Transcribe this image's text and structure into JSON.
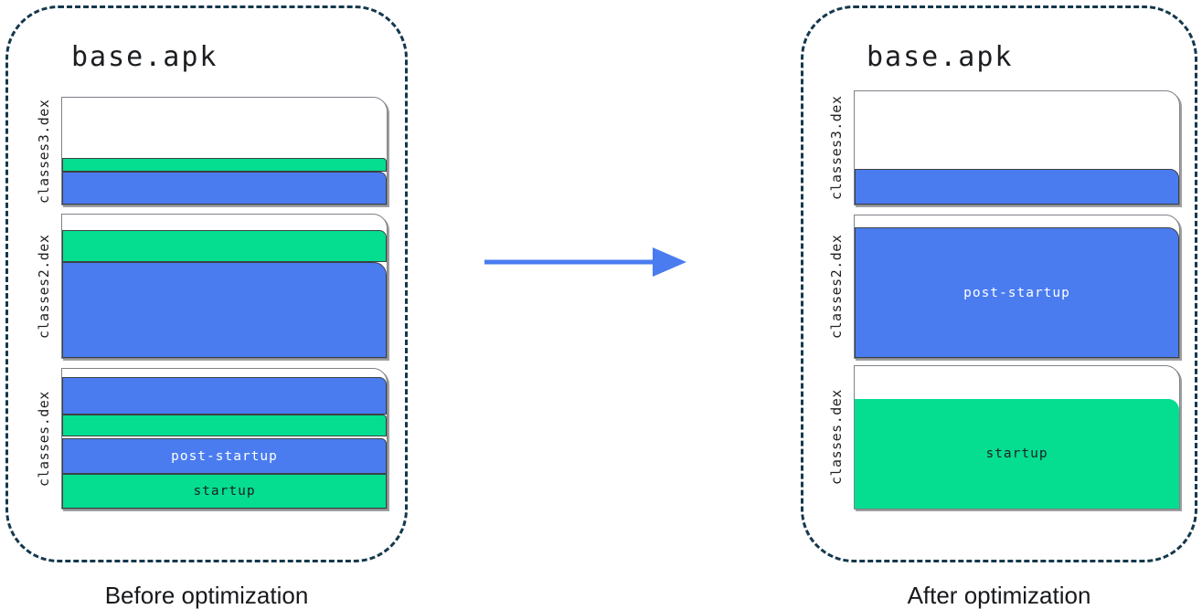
{
  "colors": {
    "blue": "#4a7cf0",
    "green": "#05dd90",
    "dash_border": "#14384c",
    "arrow": "#4a7cf0",
    "label_light": "#ffffff",
    "label_dark": "#1d2125"
  },
  "panels": [
    {
      "title": "base.apk",
      "caption": "Before optimization",
      "files": [
        {
          "label": "classes3.dex",
          "segments": [
            {
              "color": "green",
              "h": 15,
              "r": 4
            },
            {
              "color": "blue",
              "h": 36,
              "r": 8
            }
          ]
        },
        {
          "label": "classes2.dex",
          "segments": [
            {
              "color": "green",
              "h": 35,
              "r": 8
            },
            {
              "color": "blue",
              "h": 105,
              "r": 14
            }
          ]
        },
        {
          "label": "classes.dex",
          "segments": [
            {
              "color": "blue",
              "h": 41,
              "r": 8
            },
            {
              "color": "green",
              "h": 24,
              "r": 4
            },
            {
              "color": "gap",
              "h": 2
            },
            {
              "color": "blue",
              "h": 39,
              "r": 6,
              "label": "post-startup",
              "text": "light"
            },
            {
              "color": "green",
              "h": 38,
              "r": 0,
              "label": "startup",
              "text": "dark"
            }
          ]
        }
      ]
    },
    {
      "title": "base.apk",
      "caption": "After optimization",
      "files": [
        {
          "label": "classes3.dex",
          "segments": [
            {
              "color": "blue",
              "h": 39,
              "r": 10
            }
          ]
        },
        {
          "label": "classes2.dex",
          "segments": [
            {
              "color": "blue",
              "h": 143,
              "r": 12,
              "label": "post-startup",
              "text": "light"
            }
          ]
        },
        {
          "label": "classes.dex",
          "segments": [
            {
              "color": "green",
              "h": 120,
              "r": 12,
              "label": "startup",
              "text": "dark",
              "noborder": true
            }
          ]
        }
      ]
    }
  ]
}
